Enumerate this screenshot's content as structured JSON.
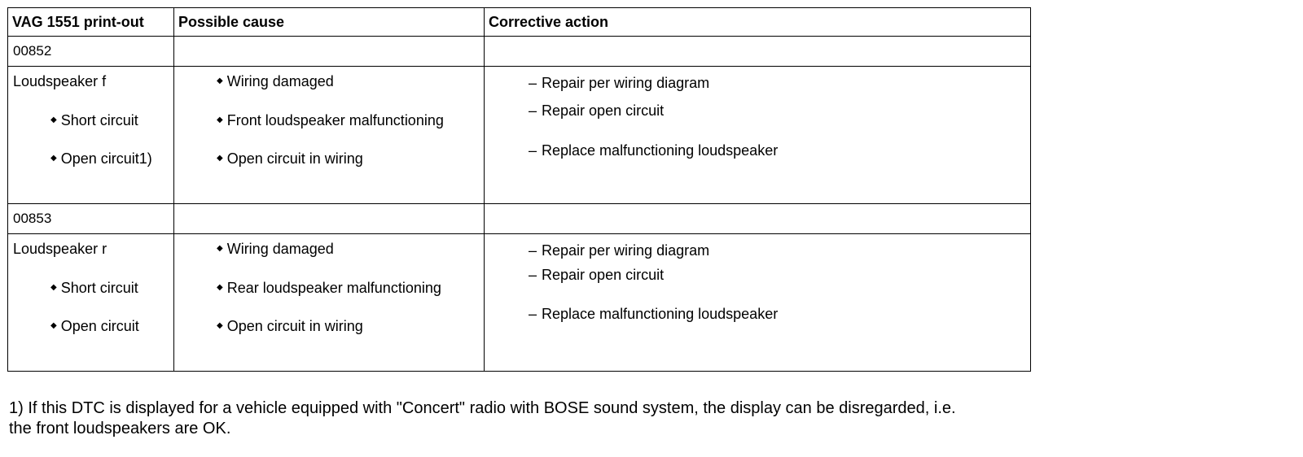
{
  "table": {
    "headers": [
      "VAG 1551 print-out",
      "Possible cause",
      "Corrective action"
    ],
    "groups": [
      {
        "code": "00852",
        "component": "Loudspeaker f",
        "faults": [
          "Short circuit",
          "Open circuit1)"
        ],
        "causes": [
          "Wiring damaged",
          "Front loudspeaker malfunctioning",
          "Open circuit in wiring"
        ],
        "actions": [
          "Repair per wiring diagram",
          "Repair open circuit",
          "Replace malfunctioning loudspeaker"
        ]
      },
      {
        "code": "00853",
        "component": "Loudspeaker r",
        "faults": [
          "Short circuit",
          "Open circuit"
        ],
        "causes": [
          "Wiring damaged",
          "Rear loudspeaker malfunctioning",
          "Open circuit in wiring"
        ],
        "actions": [
          "Repair per wiring diagram",
          "Repair open circuit",
          "Replace malfunctioning loudspeaker"
        ]
      }
    ]
  },
  "footnote": {
    "line1": "1) If this DTC is displayed for a vehicle equipped with \"Concert\" radio with BOSE sound system, the display can be disregarded, i.e.",
    "line2": "the front loudspeakers are OK."
  }
}
